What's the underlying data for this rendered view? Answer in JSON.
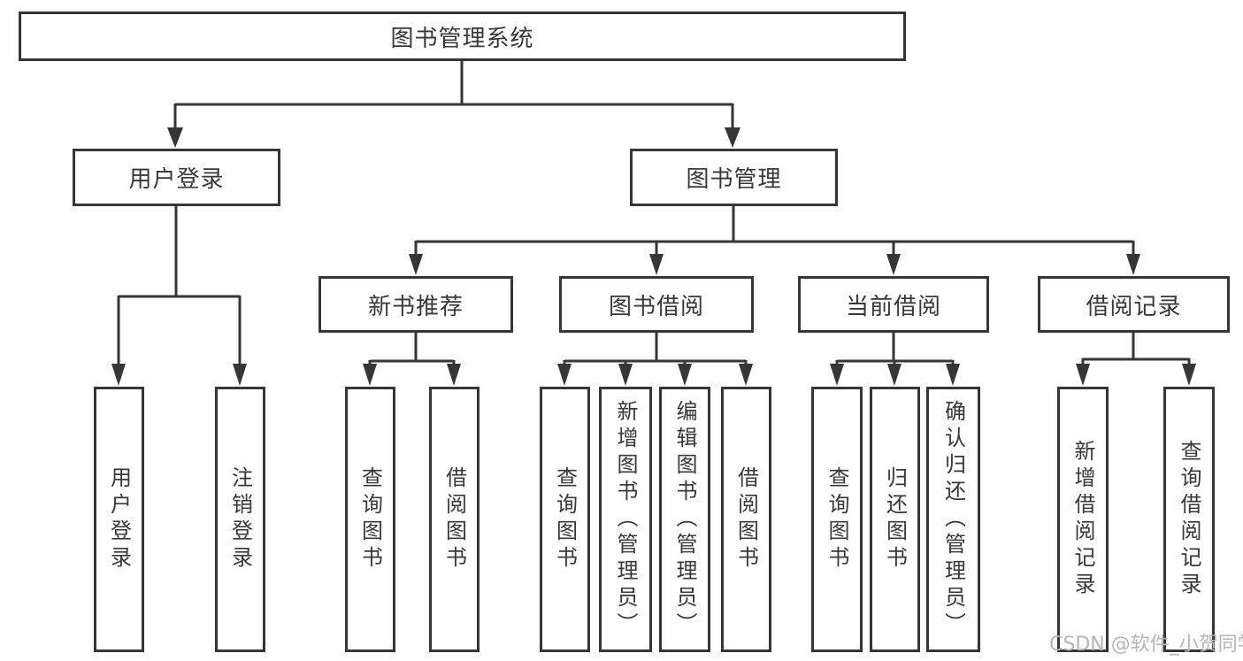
{
  "tree": {
    "root": "图书管理系统",
    "level2": [
      {
        "label": "用户登录",
        "leaves": [
          "用户登录",
          "注销登录"
        ]
      },
      {
        "label": "图书管理"
      }
    ],
    "level3": [
      {
        "label": "新书推荐",
        "leaves": [
          "查询图书",
          "借阅图书"
        ]
      },
      {
        "label": "图书借阅",
        "leaves": [
          "查询图书",
          "新增图书（管理员）",
          "编辑图书（管理员）",
          "借阅图书"
        ]
      },
      {
        "label": "当前借阅",
        "leaves": [
          "查询图书",
          "归还图书",
          "确认归还（管理员）"
        ]
      },
      {
        "label": "借阅记录",
        "leaves": [
          "新增借阅记录",
          "查询借阅记录"
        ]
      }
    ]
  },
  "watermark": "CSDN @软件_小贺同学",
  "colors": {
    "line": "#363636",
    "text": "#383838",
    "background": "#ffffff",
    "watermark": "#b5b5b5"
  }
}
